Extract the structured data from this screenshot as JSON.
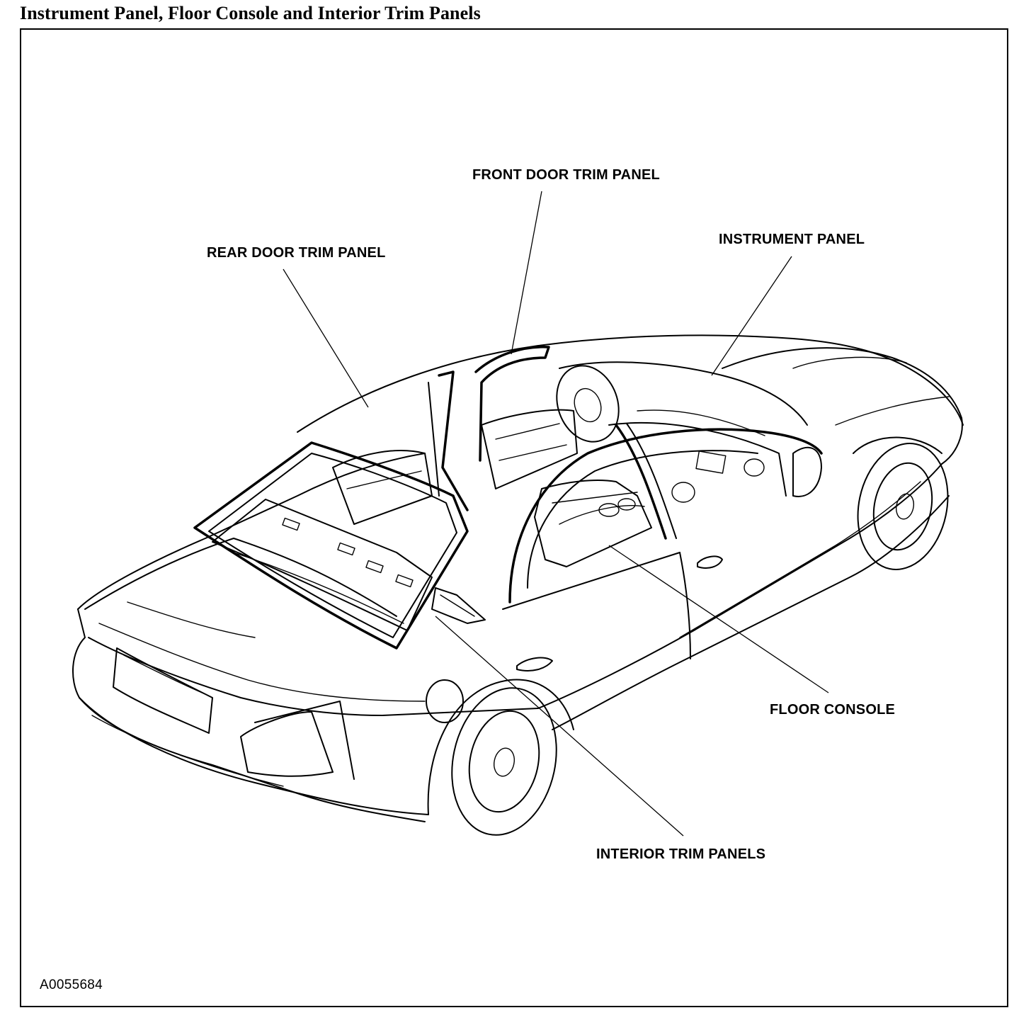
{
  "title": "Instrument Panel, Floor Console and Interior Trim Panels",
  "figure_id": "A0055684",
  "callouts": {
    "front_door_trim_panel": "FRONT DOOR TRIM PANEL",
    "rear_door_trim_panel": "REAR DOOR TRIM PANEL",
    "instrument_panel": "INSTRUMENT PANEL",
    "floor_console": "FLOOR CONSOLE",
    "interior_trim_panels": "INTERIOR TRIM PANELS"
  }
}
